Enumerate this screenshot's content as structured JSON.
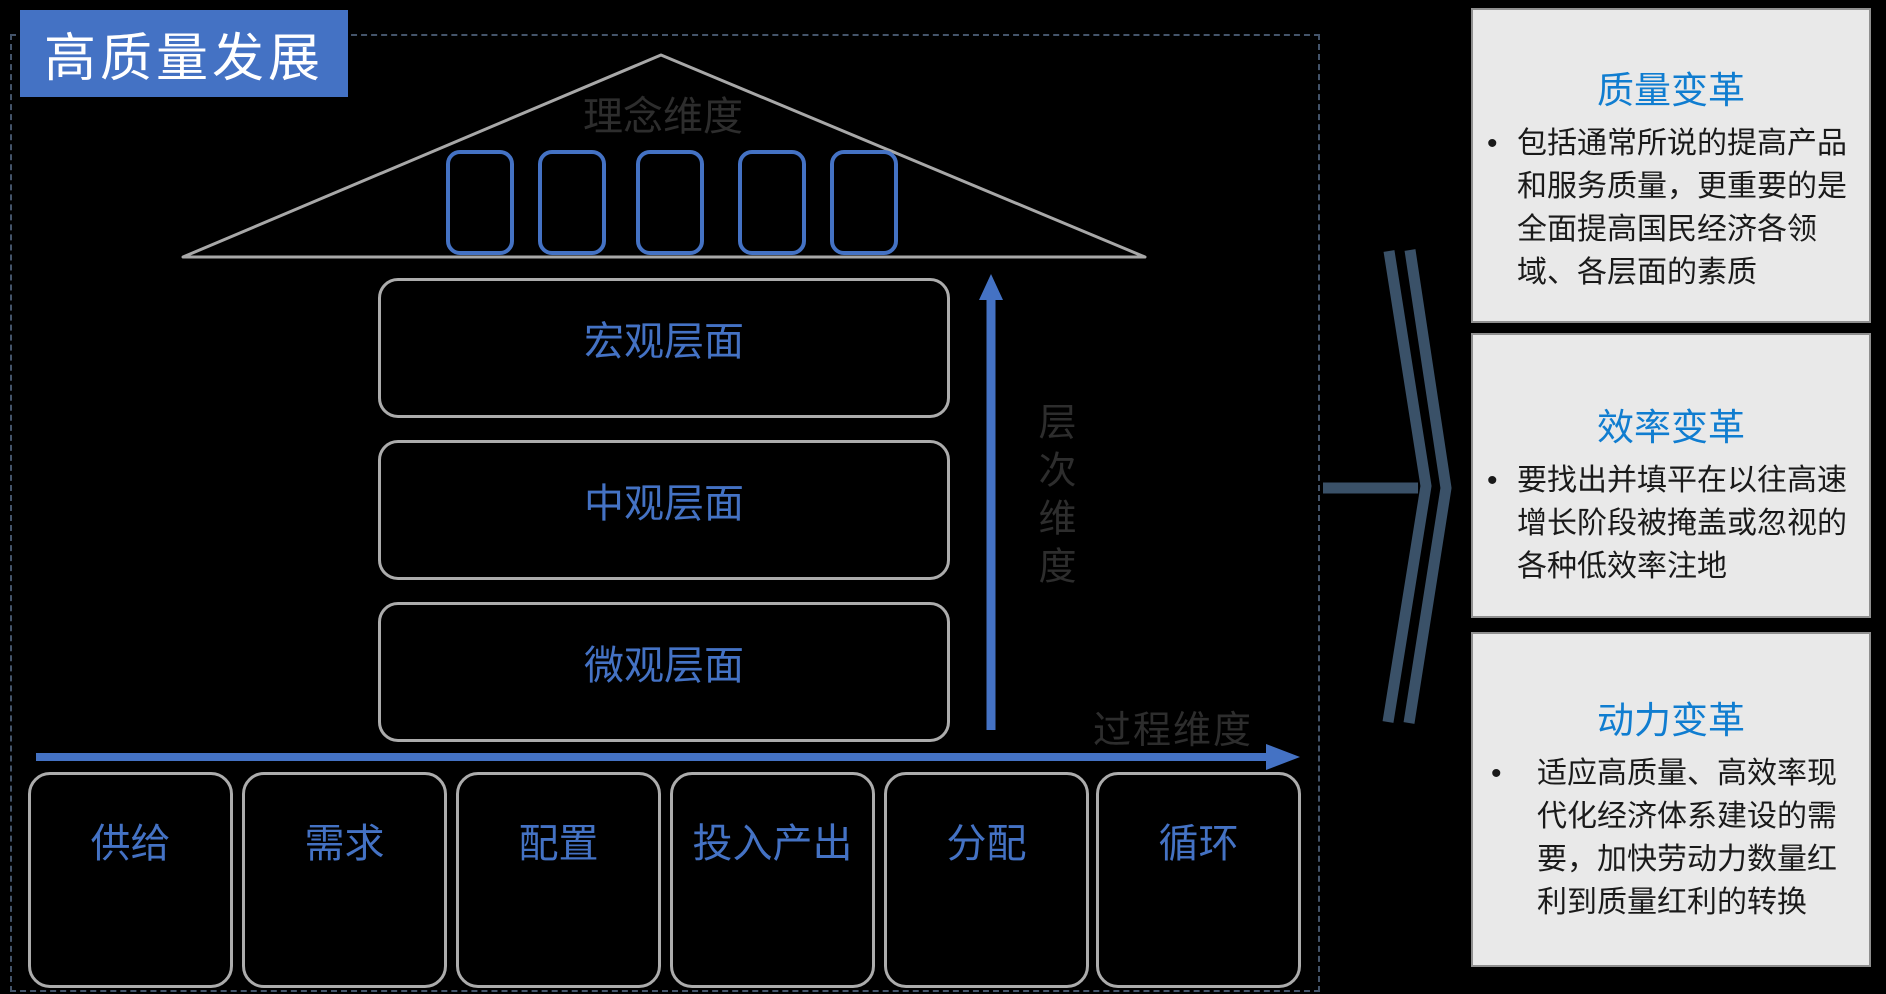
{
  "canvas": {
    "bg": "#000000"
  },
  "colors": {
    "accent_blue": "#4472C4",
    "panel_title_blue": "#107DD0",
    "shape_outline_gray": "#ACACAC",
    "triangle_gray": "#A8A8A8",
    "dim_label_gray": "#2D2D2D",
    "chevron_slate": "#3A5168",
    "dashed_frame": "#44546A",
    "panel_bg": "#E9E9E9",
    "title_bg": "#4472C4"
  },
  "header": {
    "title": "高质量发展"
  },
  "diagram": {
    "roof_label": "理念维度",
    "pillar_count": 5,
    "layers": [
      {
        "label": "宏观层面"
      },
      {
        "label": "中观层面"
      },
      {
        "label": "微观层面"
      }
    ],
    "vertical_axis_label": "层次维度",
    "horizontal_axis_label": "过程维度",
    "process_steps": [
      {
        "label": "供给"
      },
      {
        "label": "需求"
      },
      {
        "label": "配置"
      },
      {
        "label": "投入产出"
      },
      {
        "label": "分配"
      },
      {
        "label": "循环"
      }
    ]
  },
  "panels": [
    {
      "title": "质量变革",
      "bullet_marker": "•",
      "bullet": "包括通常所说的提高产品和服务质量，更重要的是全面提高国民经济各领域、各层面的素质"
    },
    {
      "title": "效率变革",
      "bullet_marker": "•",
      "bullet": "要找出并填平在以往高速增长阶段被掩盖或忽视的各种低效率注地"
    },
    {
      "title": "动力变革",
      "bullet_marker": "•",
      "bullet": "适应高质量、高效率现代化经济体系建设的需要，加快劳动力数量红利到质量红利的转换"
    }
  ]
}
